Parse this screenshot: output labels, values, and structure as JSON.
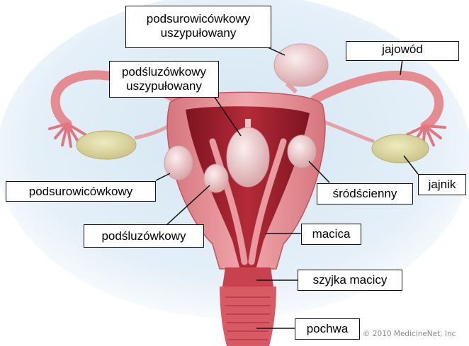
{
  "labels": {
    "subserosal_pedunculated": {
      "line1": "podsurowicówkowy",
      "line2": "uszypułowany"
    },
    "fallopian_tube": "jajowód",
    "submucosal_pedunculated": {
      "line1": "podśluzówkowy",
      "line2": "uszypułowany"
    },
    "subserosal": "podsurowicówkowy",
    "intramural": "śródścienny",
    "ovary": "jajnik",
    "submucosal": "podśluzówkowy",
    "uterus": "macica",
    "cervix": "szyjka macicy",
    "vagina": "pochwa"
  },
  "copyright": "© 2010 MedicineNet, Inc",
  "colors": {
    "background_halo": "#dbeaf5",
    "tissue": "#e6939a",
    "tissue_dark": "#c9555f",
    "cavity": "#9b1f2c",
    "fibroid": "#f1d6d6",
    "ovary": "#d8d49a",
    "fimbriae": "#e87f86"
  }
}
